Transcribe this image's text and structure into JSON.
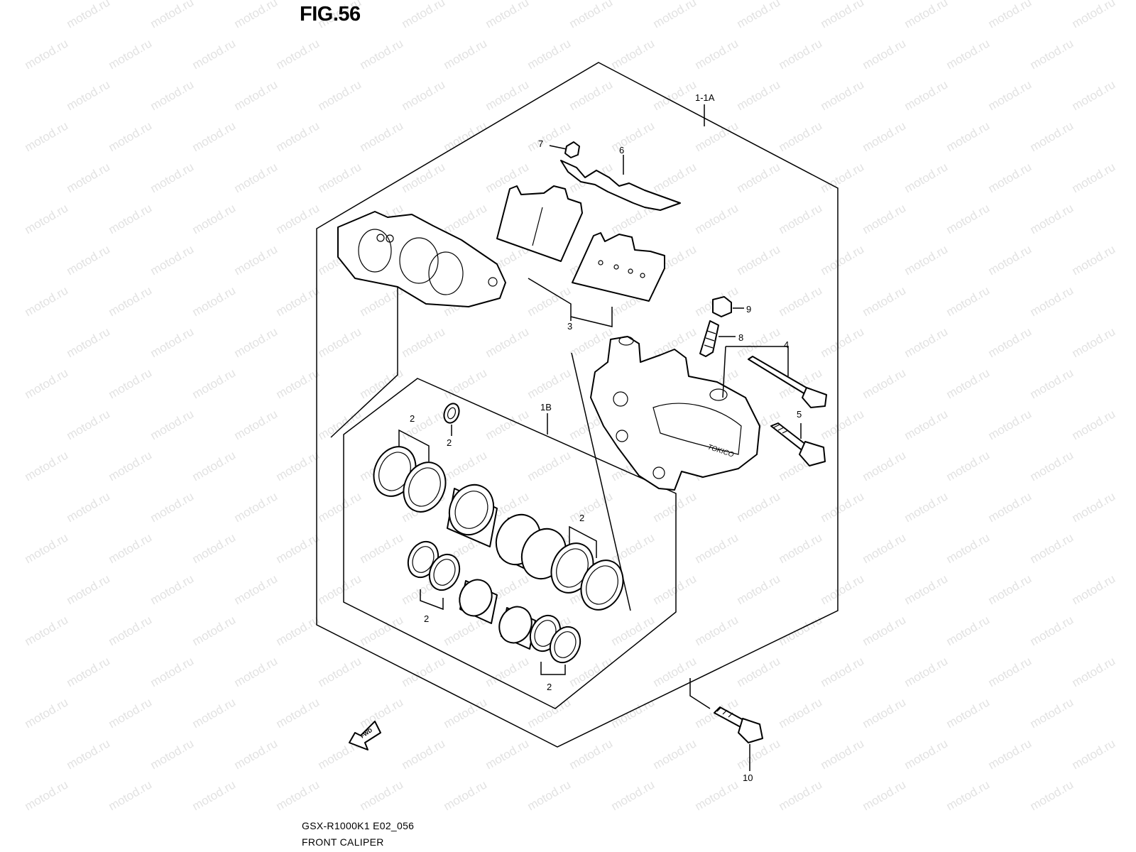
{
  "figure_title": "FIG.56",
  "model_code": "GSX-R1000K1 E02_056",
  "figure_name": "FRONT CALIPER",
  "watermark_text": "motod.ru",
  "fwd_label": "FWD",
  "callouts": {
    "assembly": "1-1A",
    "kit": "1B",
    "pads": "3",
    "pin": "4",
    "mount_bolt": "5",
    "pad_spring": "6",
    "screw": "7",
    "bleeder": "8",
    "bleeder_cap": "9",
    "caliper_bolt": "10",
    "seal": "2"
  },
  "colors": {
    "line": "#000000",
    "background": "#ffffff",
    "watermark": "#e2e2e2"
  }
}
